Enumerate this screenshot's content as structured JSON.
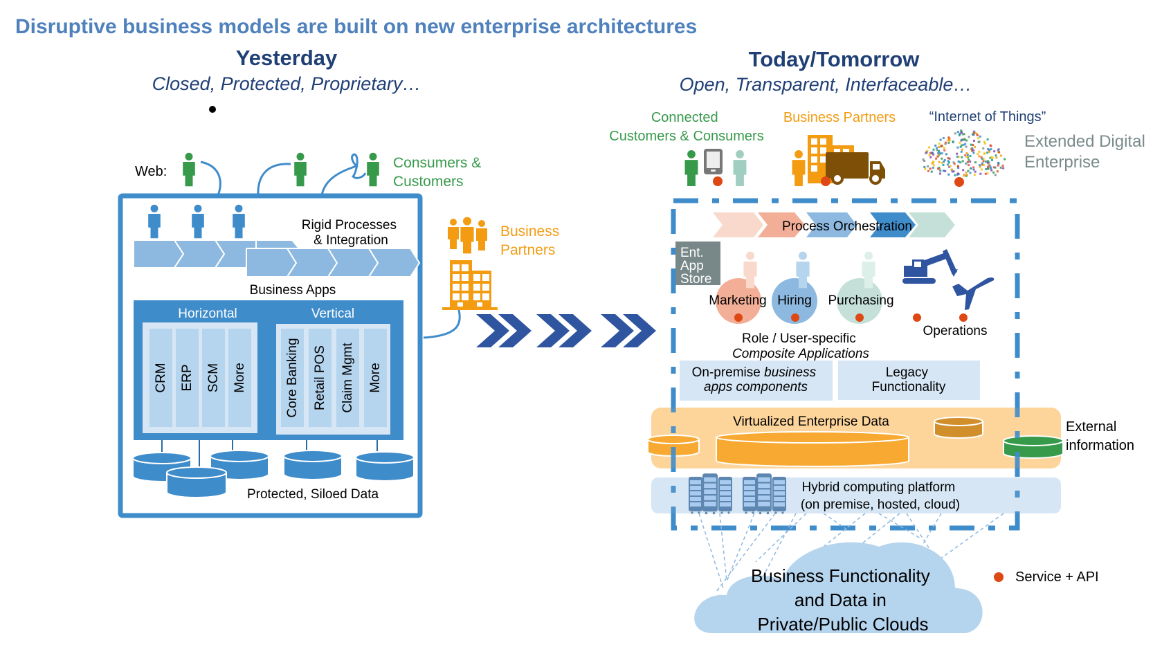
{
  "title": "Disruptive business models are built on new enterprise architectures",
  "colors": {
    "title": "#4f81bd",
    "heading": "#1f3f75",
    "blue": "#3f8ccb",
    "light_blue": "#8db9e0",
    "pale_blue": "#d6e6f4",
    "green": "#379a4b",
    "orange": "#f39c12",
    "api_dot": "#dd4814",
    "grey": "#7a8a8a",
    "navy": "#2f55a0"
  },
  "yesterday": {
    "heading": "Yesterday",
    "subheading": "Closed, Protected, Proprietary…",
    "web_label": "Web:",
    "consumers_label_line1": "Consumers &",
    "consumers_label_line2": "Customers",
    "rigid_line1": "Rigid Processes",
    "rigid_line2": "& Integration",
    "business_apps": "Business Apps",
    "horizontal": {
      "label": "Horizontal",
      "items": [
        "CRM",
        "ERP",
        "SCM",
        "More"
      ]
    },
    "vertical": {
      "label": "Vertical",
      "items": [
        "Core Banking",
        "Retail POS",
        "Claim Mgmt",
        "More"
      ]
    },
    "data_label": "Protected, Siloed Data",
    "partners_line1": "Business",
    "partners_line2": "Partners"
  },
  "today": {
    "heading": "Today/Tomorrow",
    "subheading": "Open, Transparent, Interfaceable…",
    "connected_line1": "Connected",
    "connected_line2": "Customers & Consumers",
    "partners": "Business Partners",
    "iot": "“Internet of Things”",
    "extended_line1": "Extended Digital",
    "extended_line2": "Enterprise",
    "orchestration": "Process Orchestration",
    "app_store_lines": [
      "Ent.",
      "App",
      "Store"
    ],
    "roles": [
      "Marketing",
      "Hiring",
      "Purchasing"
    ],
    "operations": "Operations",
    "composite_line1": "Role / User-specific",
    "composite_line2": "Composite Applications",
    "onprem_line1_regular": "On-premise ",
    "onprem_line1_italic": "business",
    "onprem_line2": "apps components",
    "legacy_line1": "Legacy",
    "legacy_line2": "Functionality",
    "virtualized": "Virtualized Enterprise Data",
    "external_line1": "External",
    "external_line2": "information",
    "hybrid_line1": "Hybrid computing platform",
    "hybrid_line2": "(on premise, hosted, cloud)",
    "cloud_lines": [
      "Business Functionality",
      "and Data in",
      "Private/Public Clouds"
    ],
    "legend": "Service + API"
  }
}
